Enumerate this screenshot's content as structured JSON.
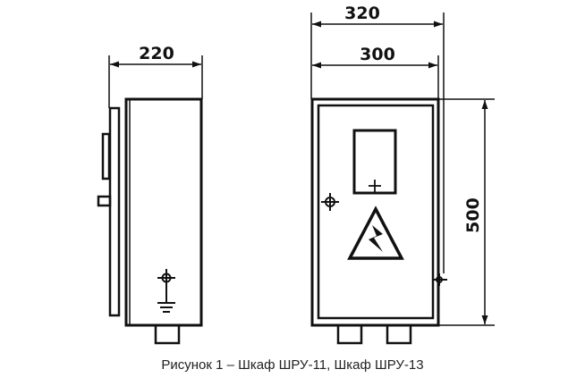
{
  "dimensions": {
    "side_width": "220",
    "front_outer_width": "320",
    "front_inner_width": "300",
    "front_height": "500"
  },
  "caption": "Рисунок 1 – Шкаф ШРУ-11, Шкаф ШРУ-13"
}
